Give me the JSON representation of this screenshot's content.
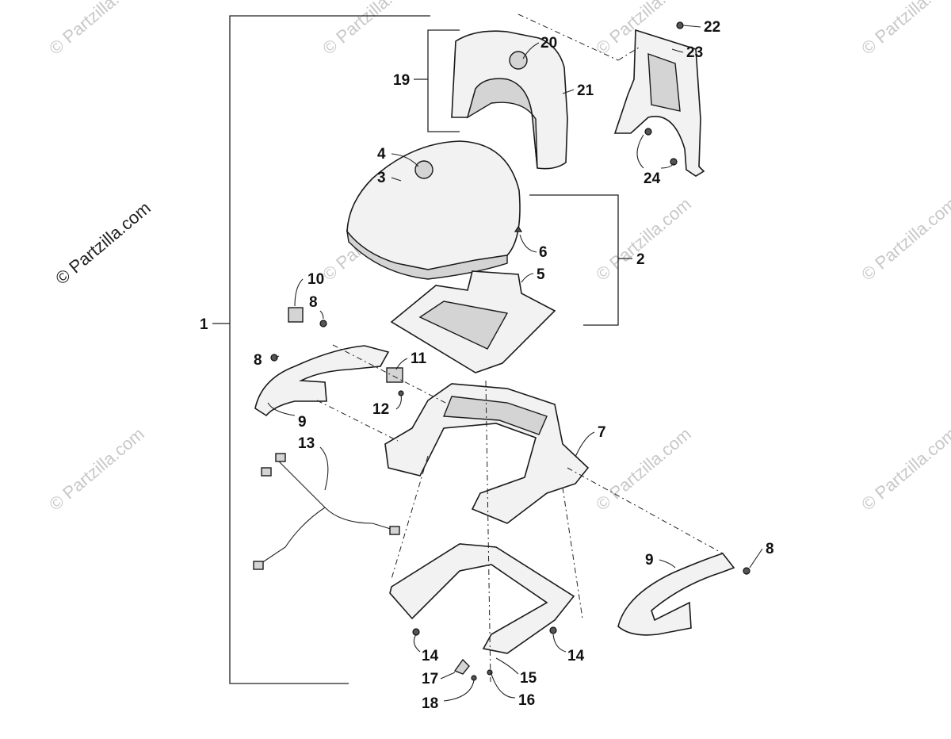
{
  "watermark": {
    "text": "© Partzilla.com",
    "color": "#c8c8c8"
  },
  "brand": {
    "text": "© Partzilla.com"
  },
  "callouts": {
    "c1": "1",
    "c2": "2",
    "c3": "3",
    "c4": "4",
    "c5": "5",
    "c6": "6",
    "c7": "7",
    "c8a": "8",
    "c8b": "8",
    "c8c": "8",
    "c9a": "9",
    "c9b": "9",
    "c10": "10",
    "c11": "11",
    "c12": "12",
    "c13": "13",
    "c14a": "14",
    "c14b": "14",
    "c15": "15",
    "c16": "16",
    "c17": "17",
    "c18": "18",
    "c19": "19",
    "c20": "20",
    "c21": "21",
    "c22": "22",
    "c23": "23",
    "c24": "24"
  }
}
